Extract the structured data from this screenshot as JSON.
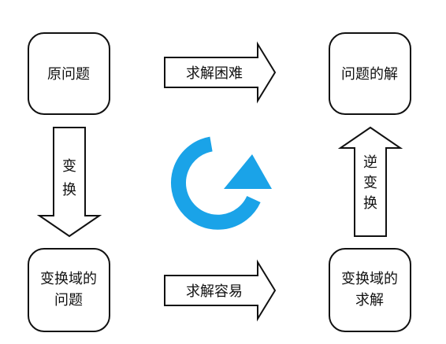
{
  "colors": {
    "stroke": "#111111",
    "box_fill": "#ffffff",
    "cycle_accent": "#1aa3e8"
  },
  "boxes": {
    "original_problem": "原问题",
    "problem_solution": "问题的解",
    "transform_domain_problem": [
      "变换域的",
      "问题"
    ],
    "transform_domain_solution": [
      "变换域的",
      "求解"
    ]
  },
  "arrows": {
    "solve_hard": "求解困难",
    "solve_easy": "求解容易",
    "transform": [
      "变",
      "换"
    ],
    "inverse_transform": [
      "逆",
      "变",
      "换"
    ]
  },
  "icons": {
    "center": "refresh-cycle-icon"
  }
}
